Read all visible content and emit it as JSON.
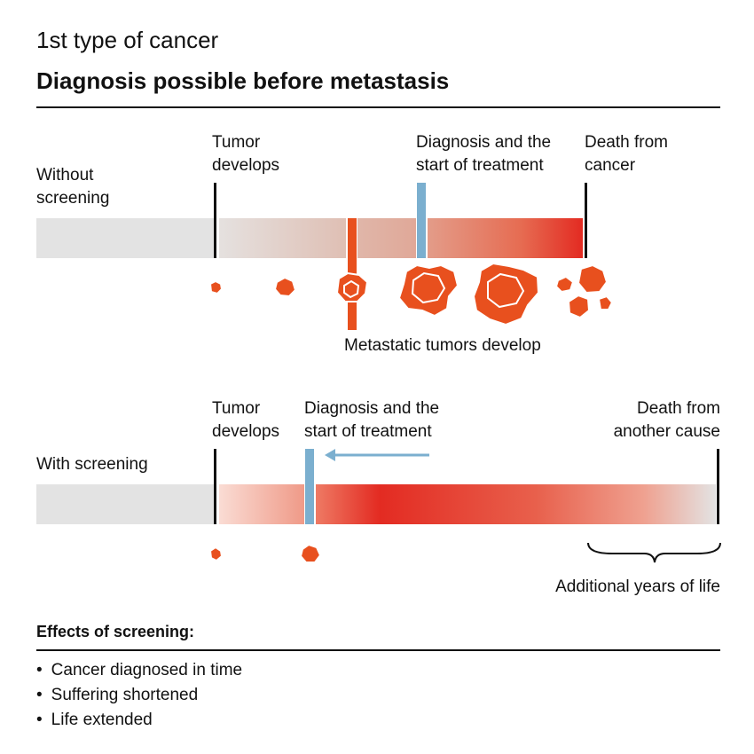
{
  "header": {
    "supertitle": "1st type of cancer",
    "title": "Diagnosis possible before metastasis"
  },
  "without_screening": {
    "row_label": "Without\nscreening",
    "tumor_label": "Tumor\ndevelops",
    "diagnosis_label": "Diagnosis and the\nstart of treatment",
    "death_label": "Death from\ncancer",
    "metastasis_label": "Metastatic tumors develop"
  },
  "with_screening": {
    "row_label": "With screening",
    "tumor_label": "Tumor\ndevelops",
    "diagnosis_label": "Diagnosis and the\nstart of treatment",
    "death_label": "Death from\nanother cause",
    "extra_label": "Additional years of life"
  },
  "effects": {
    "heading": "Effects of screening:",
    "items": [
      "Cancer diagnosed in time",
      "Suffering shortened",
      "Life extended"
    ]
  },
  "colors": {
    "healthy": "#e3e3e3",
    "cancer_red": "#e32b22",
    "tumor_orange": "#e8501e",
    "diagnosis_blue": "#7bafcf",
    "marker_black": "#111111"
  },
  "icons": [
    "tumor-blob-icon",
    "metastasis-marker-icon",
    "arrow-left-icon",
    "brace-icon"
  ]
}
